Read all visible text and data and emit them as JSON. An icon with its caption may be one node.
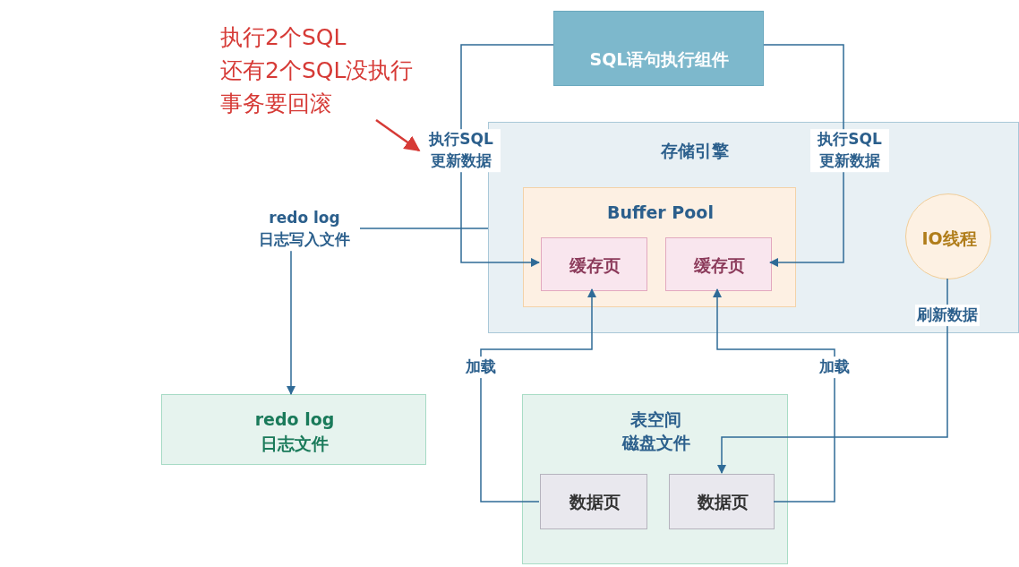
{
  "diagram": {
    "nodes": [
      {
        "text": [
          "SQL语句执行组件"
        ]
      },
      {
        "text": [
          "存储引擎"
        ]
      },
      {
        "text": [
          "Buffer Pool"
        ],
        "in": 1
      },
      {
        "text": [
          "缓存页"
        ],
        "in": 2
      },
      {
        "text": [
          "缓存页"
        ],
        "in": 2
      },
      {
        "text": [
          "IO线程"
        ],
        "in": 1
      },
      {
        "text": [
          "redo log 日志文件"
        ]
      },
      {
        "text": [
          "表空间",
          "磁盘文件"
        ]
      },
      {
        "text": [
          "数据页"
        ],
        "in": 7
      },
      {
        "text": [
          "数据页"
        ],
        "in": 7
      },
      {
        "text": [
          "执行2个SQL",
          "还有2个SQL没执行",
          "事务要回滚"
        ]
      }
    ],
    "edges": [
      {
        "from": 0,
        "to": 3,
        "arrow": "to",
        "label": "执行SQL 更新数据"
      },
      {
        "from": 0,
        "to": 4,
        "arrow": "to",
        "label": "执行SQL 更新数据"
      },
      {
        "from": 1,
        "to": 6,
        "arrow": "to",
        "label": "redo log 日志写入文件"
      },
      {
        "from": 8,
        "to": 3,
        "arrow": "to",
        "label": "加载"
      },
      {
        "from": 9,
        "to": 4,
        "arrow": "to",
        "label": "加载"
      },
      {
        "from": 5,
        "to": 9,
        "arrow": "to",
        "label": "刷新数据"
      },
      {
        "from": 10,
        "to": null,
        "arrow": "to",
        "color": "#d63a36"
      }
    ]
  }
}
